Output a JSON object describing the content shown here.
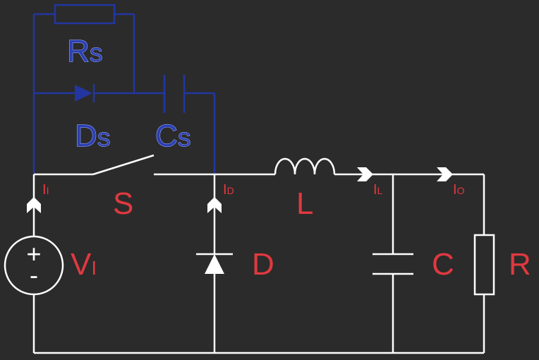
{
  "colors": {
    "background": "#2b2b2b",
    "wire": "#ffffff",
    "snubber_wire": "#2336a0",
    "label_red": "#e0393f",
    "label_blue": "#2c3fb0"
  },
  "components": {
    "snubber_resistor": {
      "main": "R",
      "sub": "S"
    },
    "snubber_diode": {
      "main": "D",
      "sub": "S"
    },
    "snubber_capacitor": {
      "main": "C",
      "sub": "S"
    },
    "switch": {
      "label": "S"
    },
    "inductor": {
      "label": "L"
    },
    "diode": {
      "label": "D"
    },
    "capacitor": {
      "label": "C"
    },
    "resistor": {
      "label": "R"
    },
    "source": {
      "main": "V",
      "sub": "I",
      "plus": "+",
      "minus": "-"
    }
  },
  "currents": {
    "input": {
      "main": "I",
      "sub": "I"
    },
    "diode": {
      "main": "I",
      "sub": "D"
    },
    "inductor": {
      "main": "I",
      "sub": "L"
    },
    "output": {
      "main": "I",
      "sub": "O"
    }
  }
}
